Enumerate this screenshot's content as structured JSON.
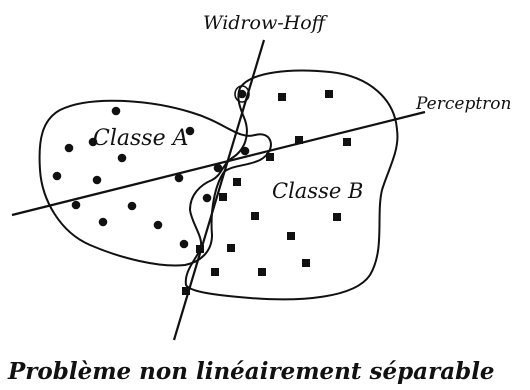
{
  "labels": {
    "widrow_hoff": "Widrow-Hoff",
    "perceptron": "Perceptron",
    "class_a": "Classe A",
    "class_b": "Classe B",
    "caption": "Problème non linéairement séparable"
  },
  "colors": {
    "ink": "#111111",
    "background": "#ffffff"
  },
  "class_a_points_count": 17,
  "class_b_points_count": 16
}
